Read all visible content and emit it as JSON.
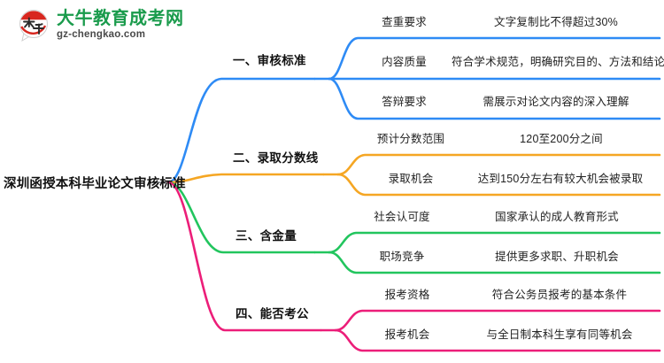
{
  "logo": {
    "mark_label": "大牛",
    "title": "大牛教育成考网",
    "domain": "gz-chengkao.com",
    "brand_green": "#1a9b4c",
    "brand_red": "#d8271f"
  },
  "mindmap": {
    "root": "深圳函授本科毕业论文审核标准",
    "branches": [
      {
        "label": "一、审核标准",
        "color": "#2e8bf5",
        "items": [
          {
            "key": "查重要求",
            "value": "文字复制比不得超过30%"
          },
          {
            "key": "内容质量",
            "value": "符合学术规范，明确研究目的、方法和结论"
          },
          {
            "key": "答辩要求",
            "value": "需展示对论文内容的深入理解"
          }
        ]
      },
      {
        "label": "二、录取分数线",
        "color": "#f5a623",
        "items": [
          {
            "key": "预计分数范围",
            "value": "120至200分之间"
          },
          {
            "key": "录取机会",
            "value": "达到150分左右有较大机会被录取"
          }
        ]
      },
      {
        "label": "三、含金量",
        "color": "#22c55e",
        "items": [
          {
            "key": "社会认可度",
            "value": "国家承认的成人教育形式"
          },
          {
            "key": "职场竞争",
            "value": "提供更多求职、升职机会"
          }
        ]
      },
      {
        "label": "四、能否考公",
        "color": "#ec1e79",
        "items": [
          {
            "key": "报考资格",
            "value": "符合公务员报考的基本条件"
          },
          {
            "key": "报考机会",
            "value": "与全日制本科生享有同等机会"
          }
        ]
      }
    ]
  }
}
